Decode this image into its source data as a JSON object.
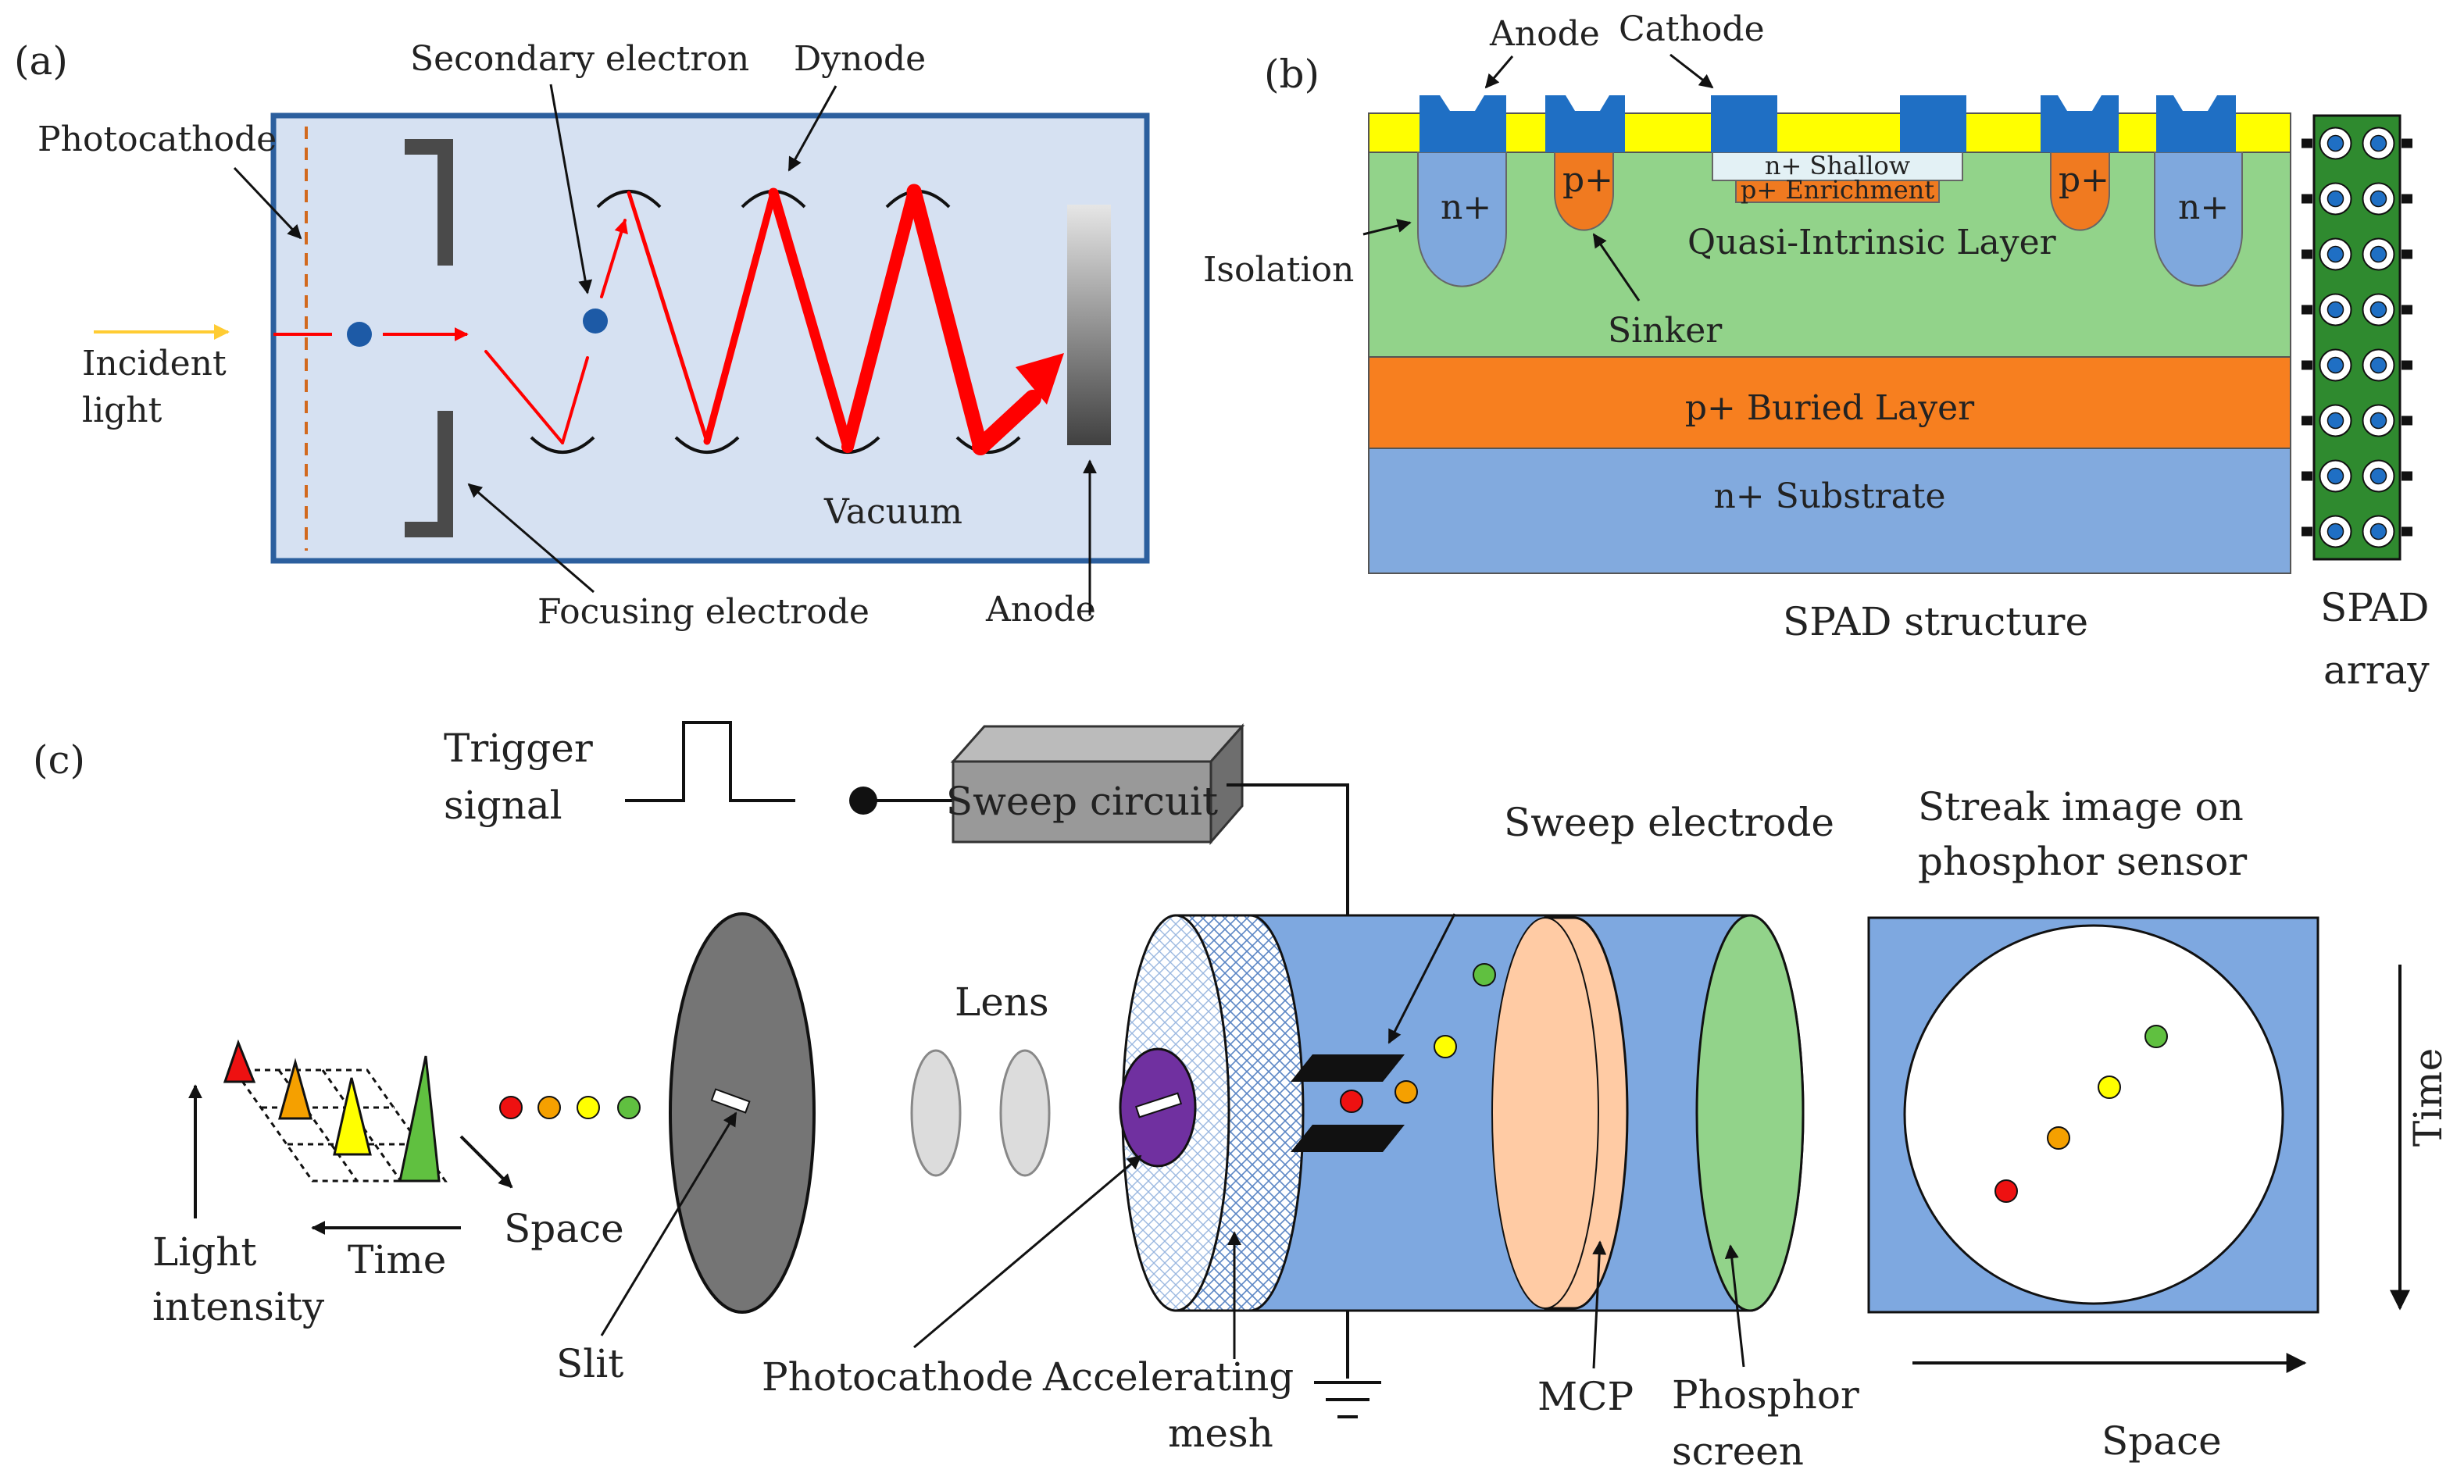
{
  "colors": {
    "vacuum_fill": "#d6e1f2",
    "tube_border": "#2c5f9e",
    "electron_path": "#ff0000",
    "electron_dot": "#1d5aa6",
    "incident_light": "#ffcc33",
    "photocathode_dash": "#d2691e",
    "focusing_electrode": "#4a4a4a",
    "contact_blue": "#1f6fc4",
    "oxide_yellow": "#ffff00",
    "epi_green": "#92d38a",
    "implant_n": "#7fa8dd",
    "implant_p": "#f07a20",
    "buried_orange": "#f77f1f",
    "substrate_blue": "#82aade",
    "slit_gray": "#757575",
    "lens_gray": "#dcdcdc",
    "tube_blue": "#7ea8e0",
    "photocathode_purple": "#7030a0",
    "mcp_peach": "#ffcba4",
    "phosphor_green": "#92d38a",
    "streak_bg": "#7ea8e0",
    "dot_red": "#ee1111",
    "dot_orange": "#f5a000",
    "dot_yellow": "#ffff00",
    "dot_green": "#60c040"
  },
  "panel_a": {
    "tag": "(a)",
    "photocathode": "Photocathode",
    "secondary_electron": "Secondary electron",
    "dynode": "Dynode",
    "incident_light_1": "Incident",
    "incident_light_2": "light",
    "vacuum": "Vacuum",
    "focusing_electrode": "Focusing electrode",
    "anode": "Anode"
  },
  "panel_b": {
    "tag": "(b)",
    "anode": "Anode",
    "cathode": "Cathode",
    "n_plus": "n+",
    "p_plus": "p+",
    "n_shallow": "n+ Shallow",
    "p_enrichment": "p+ Enrichment",
    "quasi_intrinsic": "Quasi-Intrinsic Layer",
    "isolation": "Isolation",
    "sinker": "Sinker",
    "buried_layer": "p+ Buried Layer",
    "substrate": "n+ Substrate",
    "caption": "SPAD structure",
    "array_1": "SPAD",
    "array_2": "array"
  },
  "panel_c": {
    "tag": "(c)",
    "trigger_1": "Trigger",
    "trigger_2": "signal",
    "sweep_circuit": "Sweep circuit",
    "sweep_electrode": "Sweep electrode",
    "streak_1": "Streak image on",
    "streak_2": "phosphor sensor",
    "lens": "Lens",
    "light_intensity_1": "Light",
    "light_intensity_2": "intensity",
    "time_left": "Time",
    "space_left": "Space",
    "slit": "Slit",
    "photocathode": "Photocathode",
    "accelerating_1": "Accelerating",
    "accelerating_2": "mesh",
    "mcp": "MCP",
    "phosphor_1": "Phosphor",
    "phosphor_2": "screen",
    "time_right": "Time",
    "space_right": "Space"
  }
}
